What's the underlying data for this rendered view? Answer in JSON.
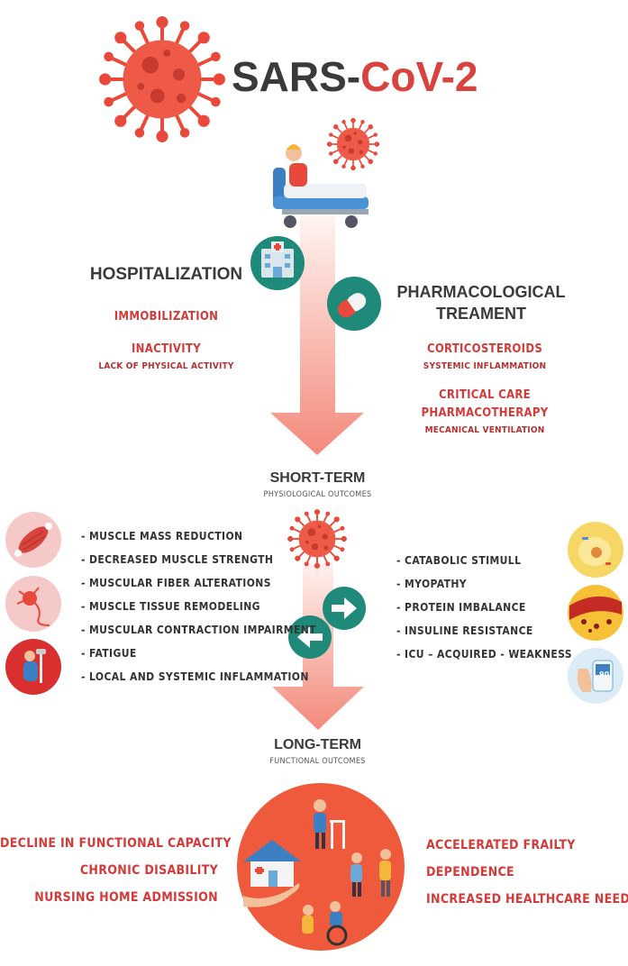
{
  "title": {
    "part1": "SARS-",
    "part2": "CoV-2"
  },
  "hospitalization": {
    "heading": "HOSPITALIZATION",
    "immobilization": "IMMOBILIZATION",
    "inactivity": "INACTIVITY",
    "inactivity_detail": "LACK OF PHYSICAL ACTIVITY"
  },
  "pharma": {
    "heading_line1": "PHARMACOLOGICAL",
    "heading_line2": "TREAMENT",
    "corticosteroids": "CORTICOSTEROIDS",
    "corticosteroids_detail": "SYSTEMIC INFLAMMATION",
    "critical_line1": "CRITICAL CARE",
    "critical_line2": "PHARMACOTHERAPY",
    "critical_detail": "MECANICAL VENTILATION"
  },
  "short_term": {
    "heading": "SHORT-TERM",
    "sub": "PHYSIOLOGICAL OUTCOMES"
  },
  "short_left_items": [
    "- MUSCLE MASS REDUCTION",
    "- DECREASED MUSCLE STRENGTH",
    "- MUSCULAR FIBER ALTERATIONS",
    "- MUSCLE TISSUE REMODELING",
    "- MUSCULAR CONTRACTION IMPAIRMENT",
    "- FATIGUE",
    "- LOCAL AND SYSTEMIC INFLAMMATION"
  ],
  "short_right_items": [
    "- CATABOLIC STIMULL",
    "- MYOPATHY",
    "- PROTEIN IMBALANCE",
    "- INSULINE RESISTANCE",
    "- ICU – ACQUIRED - WEAKNESS"
  ],
  "long_term": {
    "heading": "LONG-TERM",
    "sub": "FUNCTIONAL OUTCOMES"
  },
  "long_left_items": [
    "DECLINE IN FUNCTIONAL CAPACITY",
    "CHRONIC DISABILITY",
    "NURSING HOME ADMISSION"
  ],
  "long_right_items": [
    "ACCELERATED FRAILTY",
    "DEPENDENCE",
    "INCREASED HEALTHCARE NEEDS"
  ],
  "glucometer_reading": "90",
  "colors": {
    "virus": "#e8493b",
    "title_red": "#d8433e",
    "teal": "#1f8a7a",
    "arrow_top": "#fde3dc",
    "arrow_bottom": "#f07d6e",
    "circle": "#ef5a3c"
  }
}
